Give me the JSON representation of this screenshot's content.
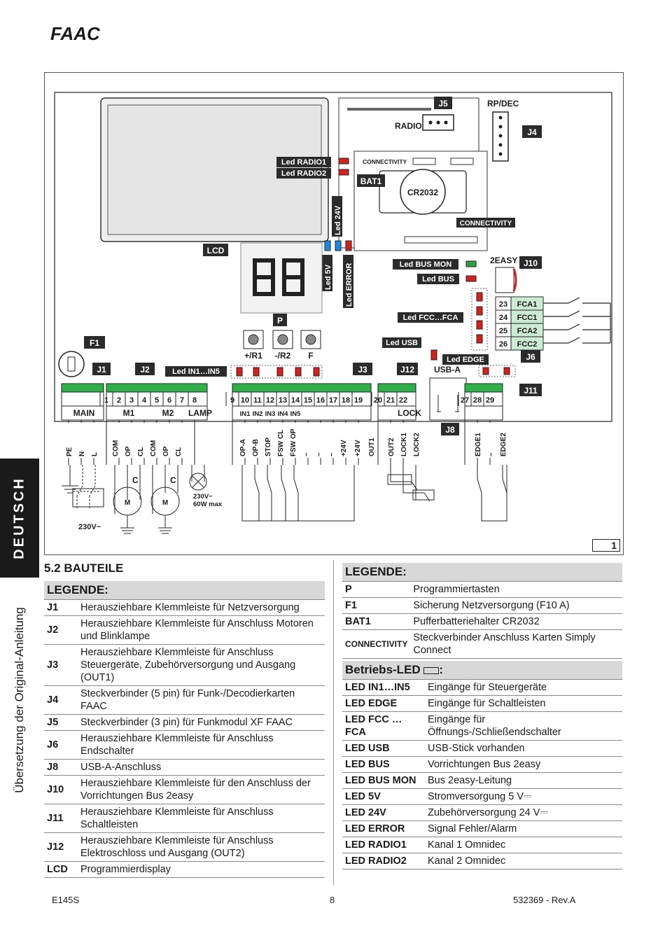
{
  "brand": "FAAC",
  "diagram": {
    "tags": {
      "j5": "J5",
      "radio": "RADIO",
      "rp_dec": "RP/DEC",
      "j4": "J4",
      "connectivity_top": "CONNECTIVITY",
      "bat1": "BAT1",
      "cr2032": "CR2032",
      "connectivity": "CONNECTIVITY",
      "led_radio1": "Led RADIO1",
      "led_radio2": "Led RADIO2",
      "led_24v": "Led 24V",
      "led_5v": "Led 5V",
      "led_error": "Led ERROR",
      "lcd": "LCD",
      "led_bus_mon": "Led BUS MON",
      "led_bus": "Led BUS",
      "two_easy": "2EASY",
      "j10": "J10",
      "led_fcc_fca": "Led FCC…FCA",
      "led_usb": "Led USB",
      "led_edge": "Led EDGE",
      "usb_a": "USB-A",
      "j6": "J6",
      "p": "P",
      "btn1": "+/R1",
      "btn2": "-/R2",
      "btn3": "F",
      "f1": "F1",
      "j1": "J1",
      "j2": "J2",
      "led_in": "Led IN1…IN5",
      "j3": "J3",
      "j12": "J12",
      "j11": "J11",
      "j8": "J8",
      "main": "MAIN",
      "m1": "M1",
      "m2": "M2",
      "lamp": "LAMP",
      "lock": "LOCK",
      "v230": "230V~",
      "lamp_rating_1": "230V~",
      "lamp_rating_2": "60W max",
      "cap": "C",
      "motor": "M",
      "fig_no": "1"
    },
    "fc_labels": [
      {
        "num": "23",
        "name": "FCA1"
      },
      {
        "num": "24",
        "name": "FCC1"
      },
      {
        "num": "25",
        "name": "FCA2"
      },
      {
        "num": "26",
        "name": "FCC2"
      }
    ],
    "terminal_numbers": [
      "1",
      "2",
      "3",
      "4",
      "5",
      "6",
      "7",
      "8",
      "9",
      "10",
      "11",
      "12",
      "13",
      "14",
      "15",
      "16",
      "17",
      "18",
      "19",
      "20",
      "21",
      "22",
      "27",
      "28",
      "29"
    ],
    "in_labels": [
      "IN1",
      "IN2",
      "IN3",
      "IN4",
      "IN5"
    ],
    "wire_labels_j1": [
      "PE",
      "N",
      "L"
    ],
    "wire_labels_j2": [
      "COM",
      "OP",
      "CL",
      "COM",
      "OP",
      "CL"
    ],
    "wire_labels_j3": [
      "OP-A",
      "OP-B",
      "STOP",
      "FSW CL",
      "FSW OP",
      "–",
      "–",
      "–",
      "+24V",
      "+24V",
      "OUT1"
    ],
    "wire_labels_j12": [
      "OUT2",
      "LOCK1",
      "LOCK2"
    ],
    "wire_labels_j11": [
      "EDGE1",
      "–",
      "EDGE2"
    ],
    "colors": {
      "led_red": "#d4201f",
      "led_blue": "#1e88e5",
      "led_green": "#2e9e3e",
      "terminal_green": "#2fae4a"
    }
  },
  "sidebar": {
    "lang": "DEUTSCH",
    "caption": "Übersetzung der Original-Anleitung"
  },
  "section_title": "5.2 BAUTEILE",
  "legend_left": {
    "title": "LEGENDE:",
    "rows": [
      {
        "key": "J1",
        "text": "Herausziehbare Klemmleiste für Netzversorgung"
      },
      {
        "key": "J2",
        "text": "Herausziehbare Klemmleiste für Anschluss Motoren und Blinklampe"
      },
      {
        "key": "J3",
        "text": "Herausziehbare Klemmleiste für Anschluss Steuergeräte, Zubehörversorgung und Ausgang (OUT1)"
      },
      {
        "key": "J4",
        "text": "Steckverbinder (5 pin) für Funk-/Decodierkarten FAAC"
      },
      {
        "key": "J5",
        "text": "Steckverbinder (3 pin) für Funkmodul XF FAAC"
      },
      {
        "key": "J6",
        "text": "Herausziehbare Klemmleiste für Anschluss Endschalter"
      },
      {
        "key": "J8",
        "text": "USB-A-Anschluss"
      },
      {
        "key": "J10",
        "text": "Herausziehbare Klemmleiste für den Anschluss der Vorrichtungen Bus 2easy"
      },
      {
        "key": "J11",
        "text": "Herausziehbare Klemmleiste für Anschluss Schaltleisten"
      },
      {
        "key": "J12",
        "text": "Herausziehbare Klemmleiste für Anschluss Elektroschloss und Ausgang (OUT2)"
      },
      {
        "key": "LCD",
        "text": "Programmierdisplay"
      }
    ]
  },
  "legend_right": {
    "title": "LEGENDE:",
    "rows": [
      {
        "key": "P",
        "text": "Programmiertasten"
      },
      {
        "key": "F1",
        "text": "Sicherung Netzversorgung (F10 A)"
      },
      {
        "key": "BAT1",
        "text": "Pufferbatteriehalter CR2032"
      },
      {
        "key": "CONNECTIVITY",
        "text": "Steckverbinder Anschluss Karten Simply Connect"
      }
    ]
  },
  "legend_led": {
    "title": "Betriebs-LED",
    "title_suffix": ":",
    "rows": [
      {
        "key": "LED IN1…IN5",
        "text": "Eingänge für Steuergeräte"
      },
      {
        "key": "LED EDGE",
        "text": "Eingänge für Schaltleisten"
      },
      {
        "key": "LED FCC …FCA",
        "text": "Eingänge für Öffnungs-/Schließendschalter"
      },
      {
        "key": "LED USB",
        "text": "USB-Stick vorhanden"
      },
      {
        "key": "LED BUS",
        "text": "Vorrichtungen Bus 2easy"
      },
      {
        "key": "LED BUS MON",
        "text": "Bus 2easy-Leitung"
      },
      {
        "key": "LED 5V",
        "text": "Stromversorgung 5 V⎓"
      },
      {
        "key": "LED 24V",
        "text": "Zubehörversorgung 24 V⎓"
      },
      {
        "key": "LED ERROR",
        "text": "Signal Fehler/Alarm"
      },
      {
        "key": "LED RADIO1",
        "text": "Kanal 1 Omnidec"
      },
      {
        "key": "LED RADIO2",
        "text": "Kanal 2 Omnidec"
      }
    ]
  },
  "footer": {
    "left": "E145S",
    "center": "8",
    "right": "532369 - Rev.A"
  }
}
